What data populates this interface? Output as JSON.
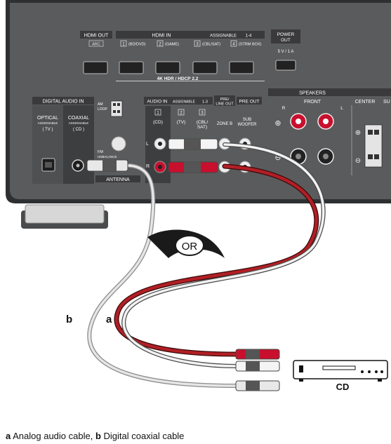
{
  "receiver": {
    "hdmi_out": {
      "title": "HDMI OUT",
      "arc": "ARC"
    },
    "hdmi_in": {
      "title": "HDMI IN",
      "assignable": "ASSIGNABLE",
      "assign_range": "1-4",
      "inputs": [
        {
          "num": "1",
          "label": "(BD/DVD)"
        },
        {
          "num": "2",
          "label": "(GAME)"
        },
        {
          "num": "3",
          "label": "(CBL/SAT)"
        },
        {
          "num": "4",
          "label": "(STRM BOX)"
        }
      ],
      "spec": "4K HDR / HDCP 2.2"
    },
    "power_out": {
      "title_1": "POWER",
      "title_2": "OUT",
      "rating": "5 V / 1 A"
    },
    "digital_audio_in": {
      "title": "DIGITAL AUDIO IN",
      "optical": "OPTICAL",
      "optical_assignable": "ASSIGNABLE",
      "optical_source": "( TV )",
      "coaxial": "COAXIAL",
      "coaxial_assignable": "ASSIGNABLE",
      "coaxial_source": "( CD )"
    },
    "antenna": {
      "am_loop_1": "AM",
      "am_loop_2": "LOOP",
      "fm_1": "FM",
      "fm_2": "UNBALANCE",
      "title": "ANTENNA"
    },
    "audio_in": {
      "title": "AUDIO IN",
      "assignable": "ASSIGNABLE",
      "assign_range": "1-3",
      "inputs": [
        {
          "num": "1",
          "label_1": "(CD)",
          "label_2": ""
        },
        {
          "num": "2",
          "label_1": "(TV)",
          "label_2": ""
        },
        {
          "num": "3",
          "label_1": "(CBL/",
          "label_2": "SAT)"
        }
      ],
      "left": "L",
      "right": "R"
    },
    "pre_line_out": {
      "title_1": "PRE/",
      "title_2": "LINE OUT",
      "zone": "ZONE B"
    },
    "pre_out": {
      "title": "PRE OUT",
      "sub_1": "SUB",
      "sub_2": "WOOFER"
    },
    "speakers": {
      "title": "SPEAKERS",
      "front": "FRONT",
      "front_r": "R",
      "front_l": "L",
      "center": "CENTER",
      "surround_partial": "SU",
      "plus": "⊕",
      "minus": "⊖"
    }
  },
  "diagram": {
    "or_label": "OR",
    "cable_a": "a",
    "cable_b": "b",
    "device": "CD"
  },
  "caption": {
    "a_key": "a",
    "a_text": " Analog audio cable, ",
    "b_key": "b",
    "b_text": " Digital coaxial cable"
  },
  "colors": {
    "panel": "#58595b",
    "panel_dark": "#3f4042",
    "label_bg": "#3a3a3c",
    "red_cable": "#b01f24",
    "grey_cable": "#d9d9d9"
  }
}
